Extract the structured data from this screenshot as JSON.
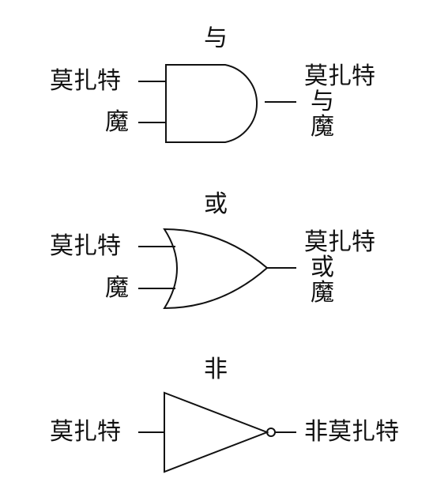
{
  "and_gate": {
    "title": "与",
    "input_a": "莫扎特",
    "input_b": "魔",
    "output_line1": "莫扎特",
    "output_line2": "与",
    "output_line3": "魔"
  },
  "or_gate": {
    "title": "或",
    "input_a": "莫扎特",
    "input_b": "魔",
    "output_line1": "莫扎特",
    "output_line2": "或",
    "output_line3": "魔"
  },
  "not_gate": {
    "title": "非",
    "input_a": "莫扎特",
    "output": "非莫扎特"
  },
  "colors": {
    "stroke": "#111111",
    "background": "#ffffff"
  }
}
